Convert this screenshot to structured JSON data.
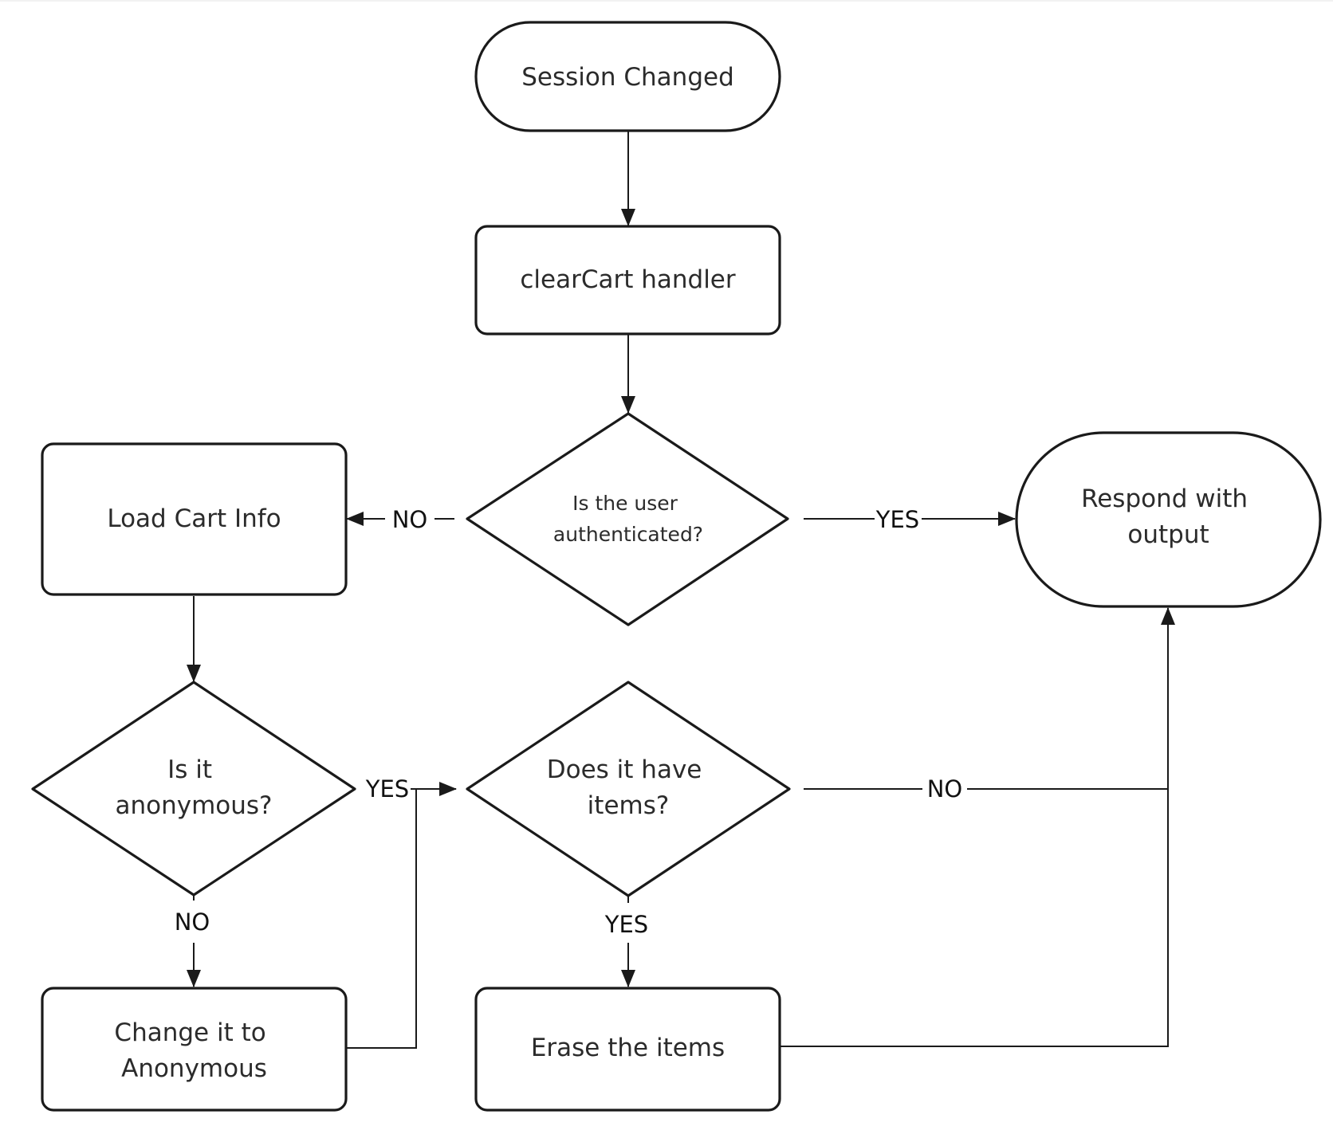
{
  "nodes": {
    "session_changed": {
      "lines": [
        "Session Changed"
      ]
    },
    "clearcart_handler": {
      "lines": [
        "clearCart handler"
      ]
    },
    "is_user_authenticated": {
      "lines": [
        "Is the user",
        "authenticated?"
      ]
    },
    "load_cart_info": {
      "lines": [
        "Load Cart Info"
      ]
    },
    "respond_with_output": {
      "lines": [
        "Respond with",
        "output"
      ]
    },
    "is_it_anonymous": {
      "lines": [
        "Is it",
        "anonymous?"
      ]
    },
    "does_it_have_items": {
      "lines": [
        "Does it have",
        "items?"
      ]
    },
    "change_to_anonymous": {
      "lines": [
        "Change it to",
        "Anonymous"
      ]
    },
    "erase_the_items": {
      "lines": [
        "Erase the items"
      ]
    }
  },
  "edges": {
    "auth_no": {
      "label": "NO"
    },
    "auth_yes": {
      "label": "YES"
    },
    "anon_yes": {
      "label": "YES"
    },
    "anon_no": {
      "label": "NO"
    },
    "items_no": {
      "label": "NO"
    },
    "items_yes": {
      "label": "YES"
    }
  },
  "colors": {
    "stroke": "#1a1a1a",
    "text": "#2b2b2b",
    "fill": "#ffffff"
  }
}
